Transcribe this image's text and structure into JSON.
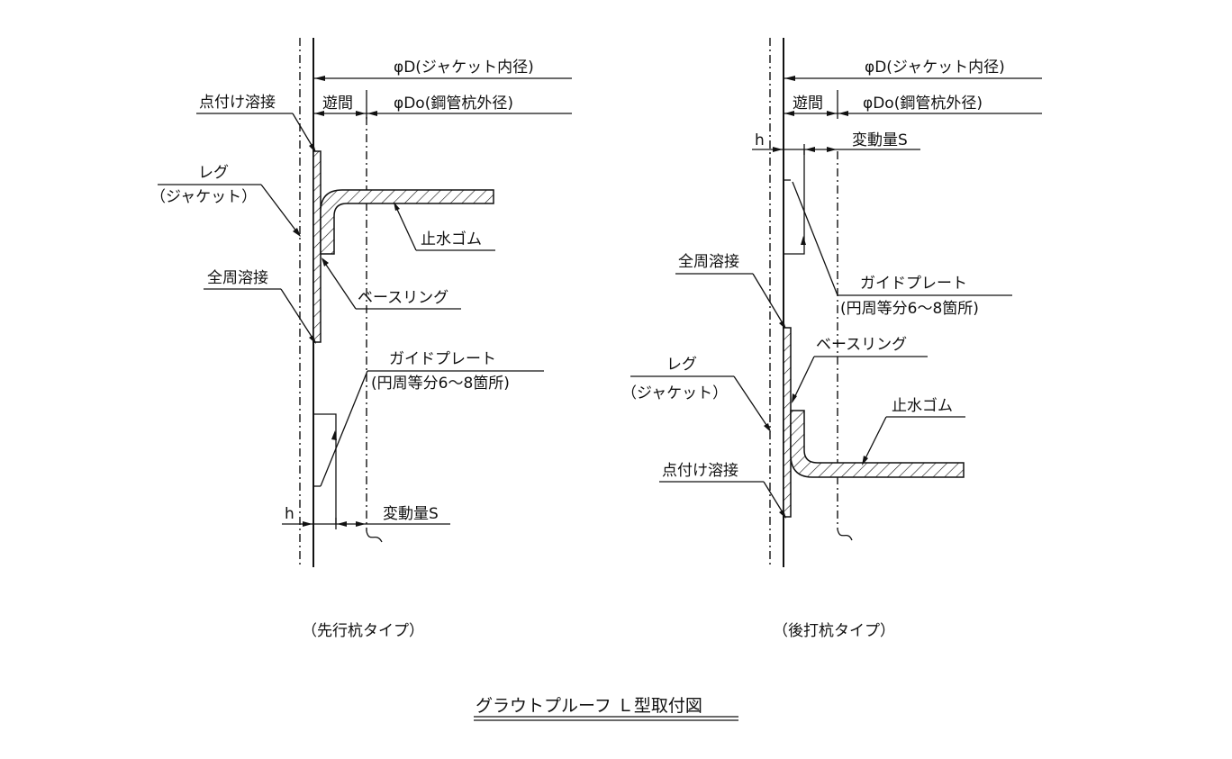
{
  "figure_title": "グラウトプルーフ Ｌ型取付図",
  "colors": {
    "line": "#111111",
    "background": "#ffffff"
  },
  "left_panel": {
    "caption": "（先行杭タイプ）",
    "jacket_inner_diameter": "φD(ジャケット内径)",
    "clearance": "遊間",
    "pile_outer_diameter": "φDo(鋼管杭外径)",
    "tack_weld": "点付け溶接",
    "leg_line1": "レグ",
    "leg_line2": "（ジャケット）",
    "waterstop_rubber": "止水ゴム",
    "full_weld": "全周溶接",
    "base_ring": "ベースリング",
    "guide_plate_line1": "ガイドプレート",
    "guide_plate_line2": "(円周等分6～8箇所)",
    "h": "h",
    "displacement": "変動量S"
  },
  "right_panel": {
    "caption": "（後打杭タイプ）",
    "jacket_inner_diameter": "φD(ジャケット内径)",
    "clearance": "遊間",
    "pile_outer_diameter": "φDo(鋼管杭外径)",
    "h": "h",
    "displacement": "変動量S",
    "full_weld": "全周溶接",
    "guide_plate_line1": "ガイドプレート",
    "guide_plate_line2": "(円周等分6～8箇所)",
    "base_ring": "ベースリング",
    "leg_line1": "レグ",
    "leg_line2": "（ジャケット）",
    "waterstop_rubber": "止水ゴム",
    "tack_weld": "点付け溶接"
  }
}
